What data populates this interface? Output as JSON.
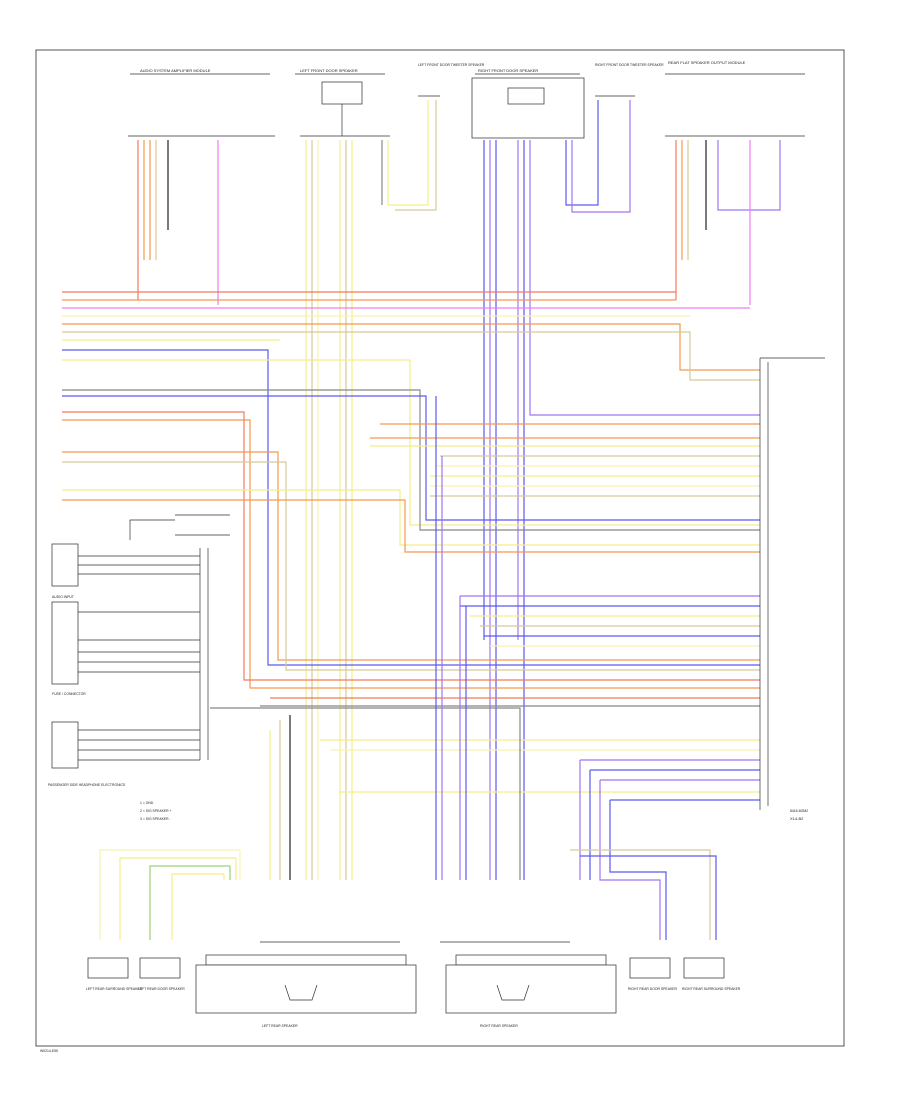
{
  "diagram": {
    "id_tag": "W0214-E55",
    "figure_code": "8416-M2M2",
    "components": {
      "top_left_module": "AUDIO SYSTEM AMPLIFIER MODULE",
      "left_front_door_speaker": "LEFT FRONT DOOR SPEAKER",
      "left_front_tweeter": "LEFT FRONT DOOR TWEETER SPEAKER",
      "right_front_door_speaker": "RIGHT FRONT DOOR SPEAKER",
      "right_front_tweeter": "RIGHT FRONT DOOR TWEETER SPEAKER",
      "top_right_module": "REAR FLAT SPEAKER OUTPUT MODULE",
      "bottom_left_1": "LEFT REAR SURROUND SPEAKER",
      "bottom_left_2": "LEFT REAR DOOR SPEAKER",
      "bottom_mid_left": "LEFT REAR SPEAKER",
      "bottom_mid_right": "RIGHT REAR SPEAKER",
      "bottom_right_1": "RIGHT REAR DOOR SPEAKER",
      "bottom_right_2": "RIGHT REAR SURROUND SPEAKER",
      "left_block_1": "AUDIO INPUT",
      "left_block_2": "FUSE / CONNECTOR",
      "left_block_3": "PASSENGER SIDE HEADPHONE ELECTRONICS",
      "right_connector": "X14-B2"
    },
    "legend": [
      "1  = GND",
      "2  = SIG SPEAKER +",
      "3  = SIG SPEAKER -"
    ],
    "colors": {
      "orange": "#f39a4e",
      "red_orange": "#f47a5a",
      "yellow": "#f2ee8a",
      "light_yellow": "#f6f2b0",
      "blue": "#5a5af0",
      "violet": "#a274f0",
      "pink": "#f07ef0",
      "tan": "#d8c99a",
      "brown": "#8a6a3a",
      "green": "#9ad07a",
      "gray": "#888888",
      "black": "#222222"
    }
  }
}
